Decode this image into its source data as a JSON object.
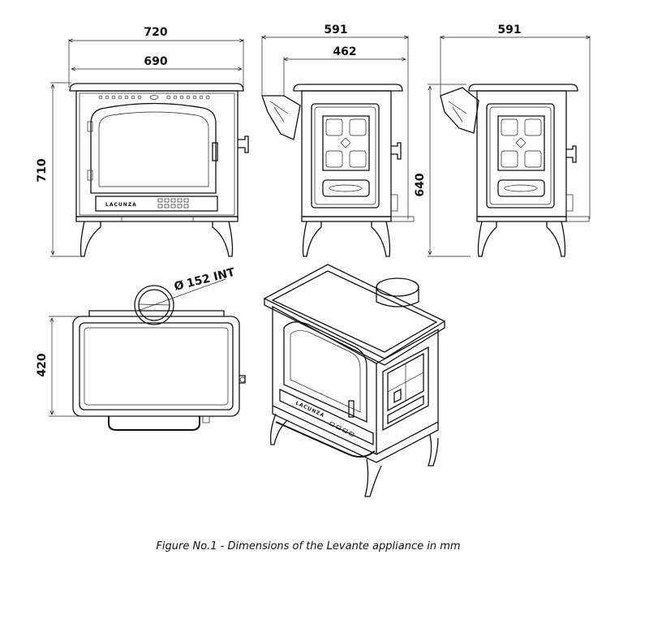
{
  "dimensions": {
    "front_outer_width": "720",
    "front_inner_width": "690",
    "front_height": "710",
    "side_depth_left": "591",
    "side_inner_depth": "462",
    "side_depth_right": "591",
    "side_height": "640",
    "top_depth": "420",
    "flue_label": "152 INT",
    "flue_symbol": "Ø"
  },
  "brand": "LACUNZA",
  "caption": "Figure No.1 - Dimensions of the Levante appliance in mm"
}
